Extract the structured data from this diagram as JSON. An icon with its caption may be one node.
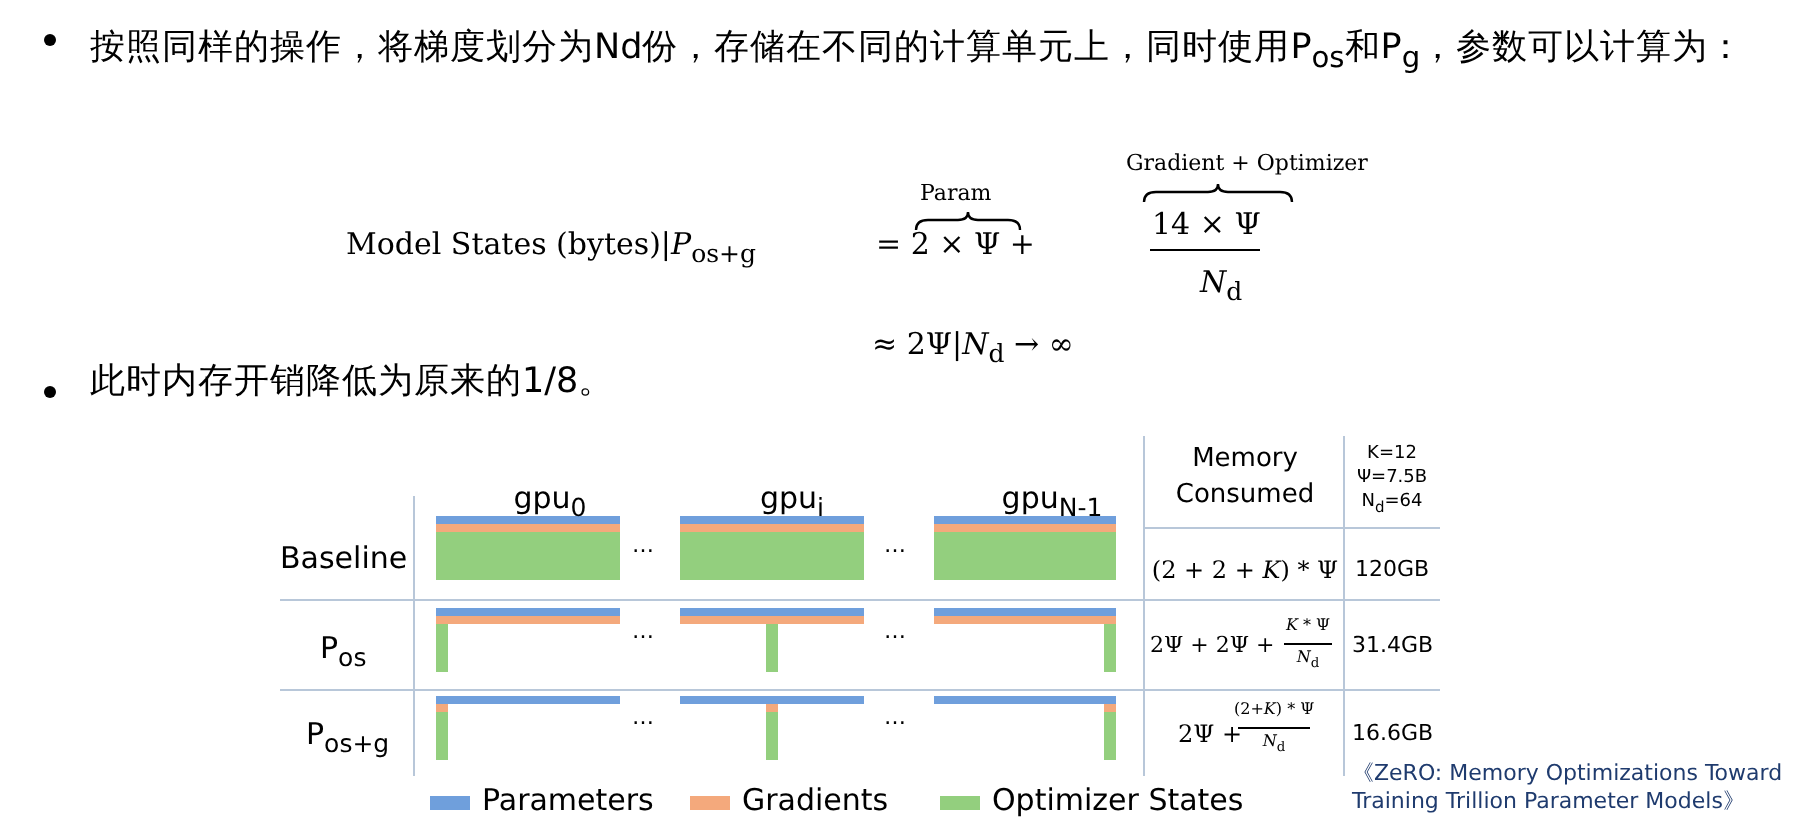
{
  "diagram": {
    "caption": "《ZeRO: Memory Optimizations Toward Training Trillion Parameter Models》",
    "labels": [
      "按照同样的操作，将梯度划分为Nd份，存储在不同的计算单元上，同时使用P$_{os}$和P$_{g}$，参数可以计算为：",
      "Model States (bytes)|*P*$_{os+g}$",
      "Param",
      "= 2 × Ψ +",
      "Gradient + Optimizer",
      "14 × Ψ",
      "*N*$_{d}$",
      "≈ 2Ψ|*N*$_{d}$ → ∞",
      "此时内存开销降低为原来的1/8。",
      "gpu$_{0}$",
      "gpu$_{i}$",
      "gpu$_{N-1}$",
      "Memory Consumed",
      "K=12",
      "Ψ=7.5B",
      "N$_{d}$=64",
      "Baseline",
      "…",
      "…",
      "(2 + 2 + *K*) * Ψ",
      "120GB",
      "P$_{os}$",
      "…",
      "…",
      "2Ψ + 2Ψ +",
      "*K* * Ψ",
      "*N*$_{d}$",
      "31.4GB",
      "P$_{os+g}$",
      "…",
      "…",
      "2Ψ +",
      "(2+*K*) * Ψ",
      "*N*$_{d}$",
      "16.6GB"
    ],
    "legend": [
      {
        "text": "Parameters",
        "color": "#6f9fdc"
      },
      {
        "text": "Gradients",
        "color": "#f4a97c"
      },
      {
        "text": "Optimizer States",
        "color": "#93cf7e"
      }
    ]
  }
}
